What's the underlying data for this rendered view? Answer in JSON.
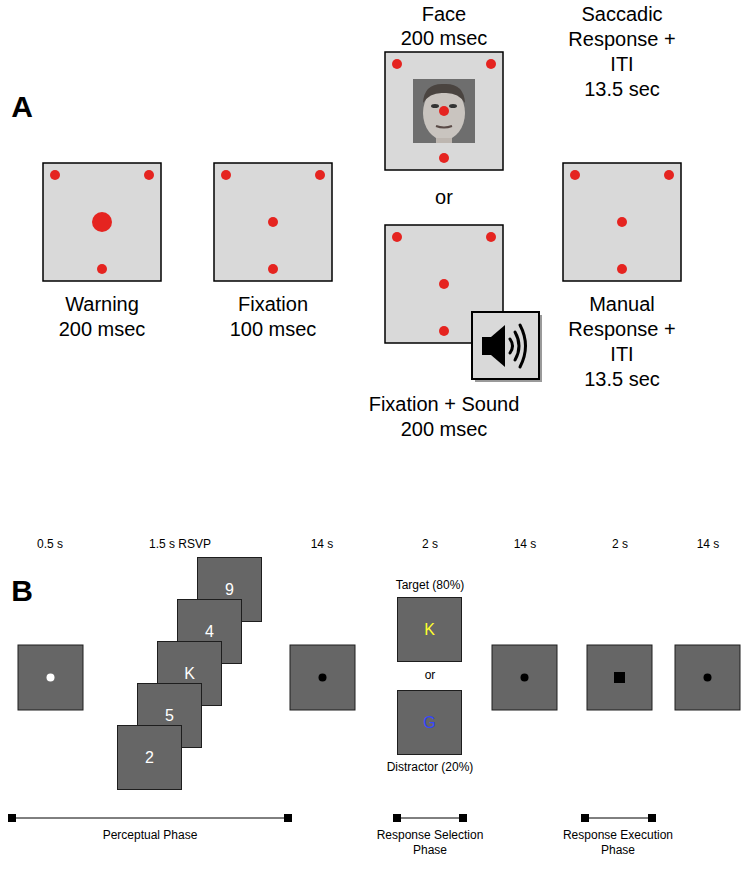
{
  "diagram": {
    "nodes": [
      {
        "text": [
          "9"
        ]
      },
      {
        "text": [
          "4"
        ]
      },
      {
        "text": [
          "K"
        ]
      },
      {
        "text": [
          "5"
        ]
      },
      {
        "text": [
          "2"
        ]
      },
      {
        "text": [
          "K"
        ]
      },
      {
        "text": [
          "G"
        ]
      }
    ],
    "labels": [
      "A",
      "Warning",
      "200 msec",
      "Fixation",
      "100 msec",
      "Face",
      "200 msec",
      "or",
      "Fixation + Sound",
      "200 msec",
      "Saccadic Response + ITI",
      "13.5 sec",
      "Manual Response + ITI",
      "13.5 sec",
      "B",
      "0.5 s",
      "1.5 s RSVP",
      "14 s",
      "2 s",
      "14 s",
      "2 s",
      "14 s",
      "Target (80%)",
      "or",
      "Distractor (20%)",
      "Perceptual Phase",
      "Response Selection Phase",
      "Response Execution Phase"
    ]
  }
}
